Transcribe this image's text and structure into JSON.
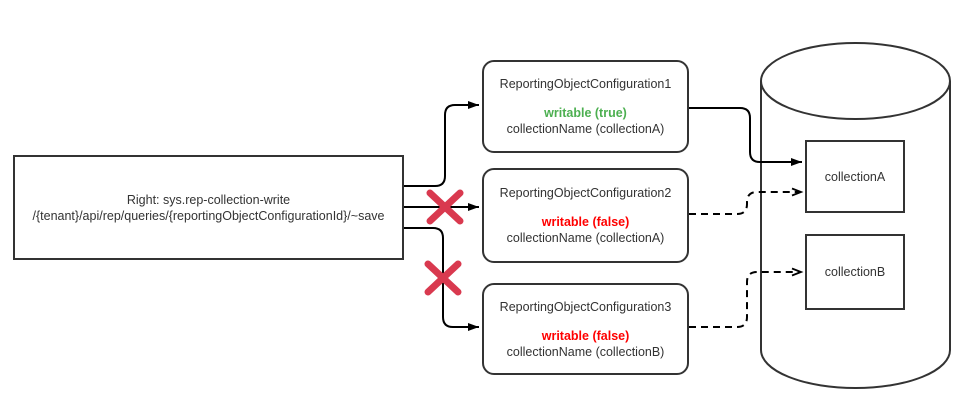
{
  "diagram": {
    "source": {
      "line1": "Right: sys.rep-collection-write",
      "line2": "/{tenant}/api/rep/queries/{reportingObjectConfigurationId}/~save"
    },
    "configs": [
      {
        "title": "ReportingObjectConfiguration1",
        "writable": "writable (true)",
        "writable_value": true,
        "collection": "collectionName (collectionA)",
        "request_allowed": true,
        "target_collection": "collectionA"
      },
      {
        "title": "ReportingObjectConfiguration2",
        "writable": "writable (false)",
        "writable_value": false,
        "collection": "collectionName (collectionA)",
        "request_allowed": false,
        "target_collection": "collectionA"
      },
      {
        "title": "ReportingObjectConfiguration3",
        "writable": "writable (false)",
        "writable_value": false,
        "collection": "collectionName (collectionB)",
        "request_allowed": false,
        "target_collection": "collectionB"
      }
    ],
    "collections": [
      {
        "label": "collectionA"
      },
      {
        "label": "collectionB"
      }
    ],
    "colors": {
      "writable_true_text": "#4caf50",
      "writable_false_text": "#ff0000",
      "denied_x": "#d9394f",
      "line_stroke": "#000000",
      "box_stroke": "#333333",
      "background": "#ffffff"
    }
  }
}
